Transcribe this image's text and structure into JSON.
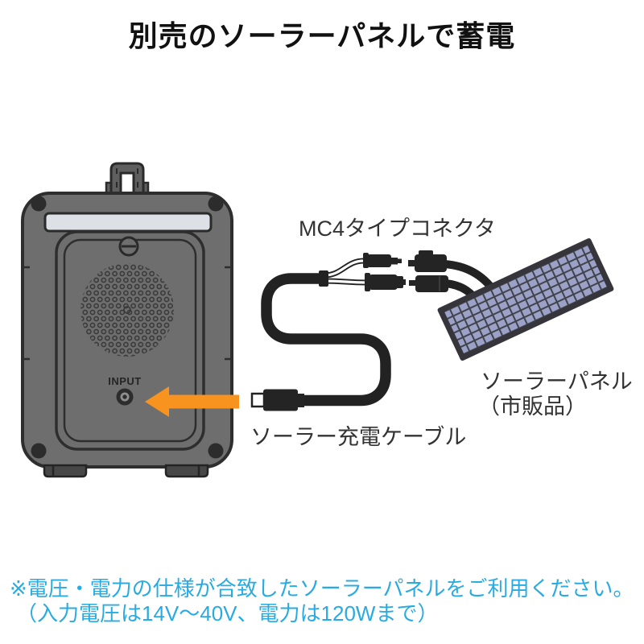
{
  "title": {
    "text": "別売のソーラーパネルで蓄電"
  },
  "diagram": {
    "power_station": {
      "input_label": "INPUT"
    },
    "labels": {
      "connector": "MC4タイプコネクタ",
      "cable": "ソーラー充電ケーブル",
      "panel_line1": "ソーラーパネル",
      "panel_line2": "（市販品）"
    }
  },
  "note": {
    "line1": "※電圧・電力の仕様が合致したソーラーパネルをご利用ください。",
    "line2": "（入力電圧は14V～40V、電力は120Wまで）"
  },
  "colors": {
    "accent_orange": "#F7931E",
    "note_blue": "#29ABE2",
    "panel_cell": "#9BA1C7",
    "panel_frame": "#35353B",
    "body_gray": "#6E6E6E",
    "outline_dark": "#2E2E2E",
    "light_bar": "#DDE0E4"
  }
}
